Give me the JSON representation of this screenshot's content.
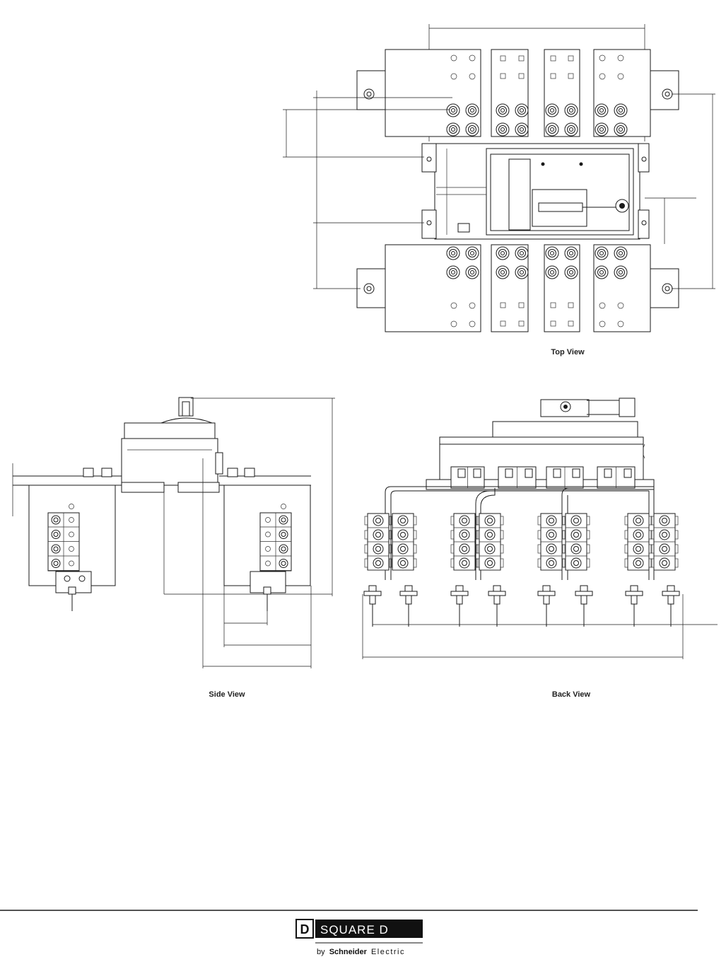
{
  "views": {
    "top_caption": "Top View",
    "side_caption": "Side View",
    "back_caption": "Back View"
  },
  "footer": {
    "logo_letter": "D",
    "brand": "SQUARE D",
    "by": "by",
    "company_bold": "Schneider",
    "company_light": "Electric"
  },
  "colors": {
    "line": "#1a1a1a",
    "logo_bg": "#111111",
    "logo_text": "#ffffff"
  }
}
